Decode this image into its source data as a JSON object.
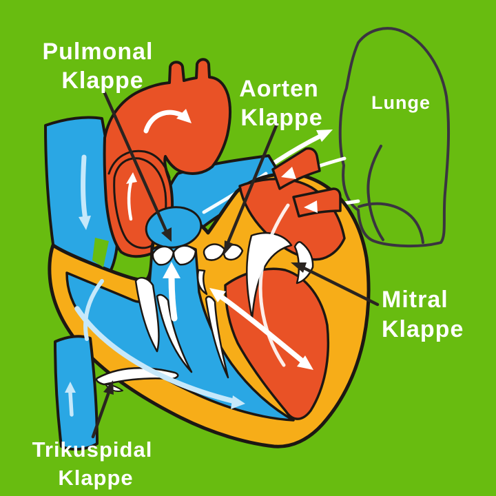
{
  "labels": {
    "pulmonal_line1": "Pulmonal",
    "pulmonal_line2": "Klappe",
    "aorten_line1": "Aorten",
    "aorten_line2": "Klappe",
    "lunge": "Lunge",
    "mitral_line1": "Mitral",
    "mitral_line2": "Klappe",
    "trikuspidal_line1": "Trikuspidal",
    "trikuspidal_line2": "Klappe"
  },
  "palette": {
    "background": "#68BC10",
    "vessel_blue": "#2AA7E4",
    "oxygen_red": "#E95226",
    "heart_wall_yellow": "#F7AD18",
    "lung_purple": "#8A4EA8",
    "lung_outline": "#3A3440",
    "flow_light_blue": "#C6E8FA",
    "arrow_white": "#FFFFFF",
    "outline_black": "#1C1713",
    "pointer_black": "#2A2420"
  }
}
